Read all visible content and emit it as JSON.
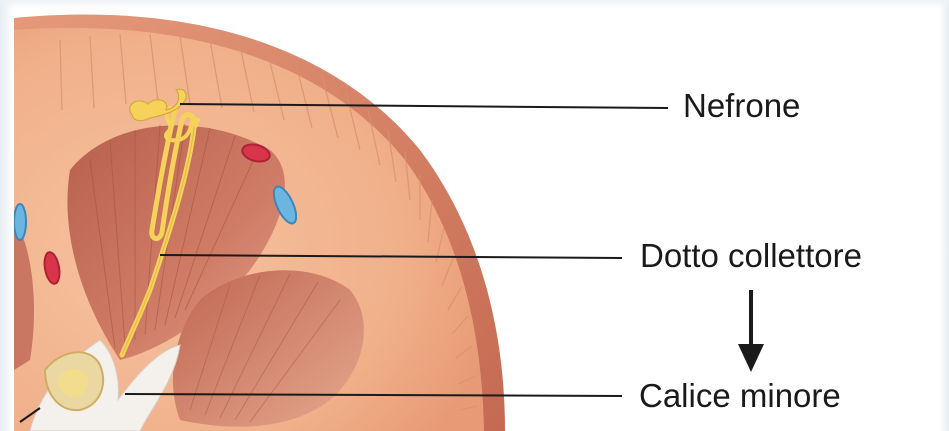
{
  "labels": {
    "nefrone": "Nefrone",
    "dotto_collettore": "Dotto collettore",
    "calice_minore": "Calice minore"
  },
  "colors": {
    "cortex": "#f1b48d",
    "cortex_rim": "#d98a66",
    "pyramid": "#c8705a",
    "nephron": "#f6d25a",
    "artery": "#d8344a",
    "vein": "#6ab6e0",
    "leader_line": "#1a1a1a"
  },
  "icons": {
    "arrow": "arrow-down-icon"
  }
}
